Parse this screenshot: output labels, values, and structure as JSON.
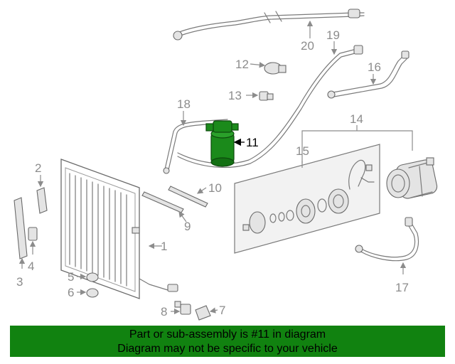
{
  "diagram": {
    "highlight_color": "#1b8a1b",
    "callouts": {
      "c1": "1",
      "c2": "2",
      "c3": "3",
      "c4": "4",
      "c5": "5",
      "c6": "6",
      "c7": "7",
      "c8": "8",
      "c9": "9",
      "c10": "10",
      "c11": "11",
      "c12": "12",
      "c13": "13",
      "c14": "14",
      "c15": "15",
      "c16": "16",
      "c17": "17",
      "c18": "18",
      "c19": "19",
      "c20": "20"
    }
  },
  "banner": {
    "line1": "Part or sub-assembly is #11 in diagram",
    "line2": "Diagram may not be specific to your vehicle",
    "background": "#118210"
  }
}
